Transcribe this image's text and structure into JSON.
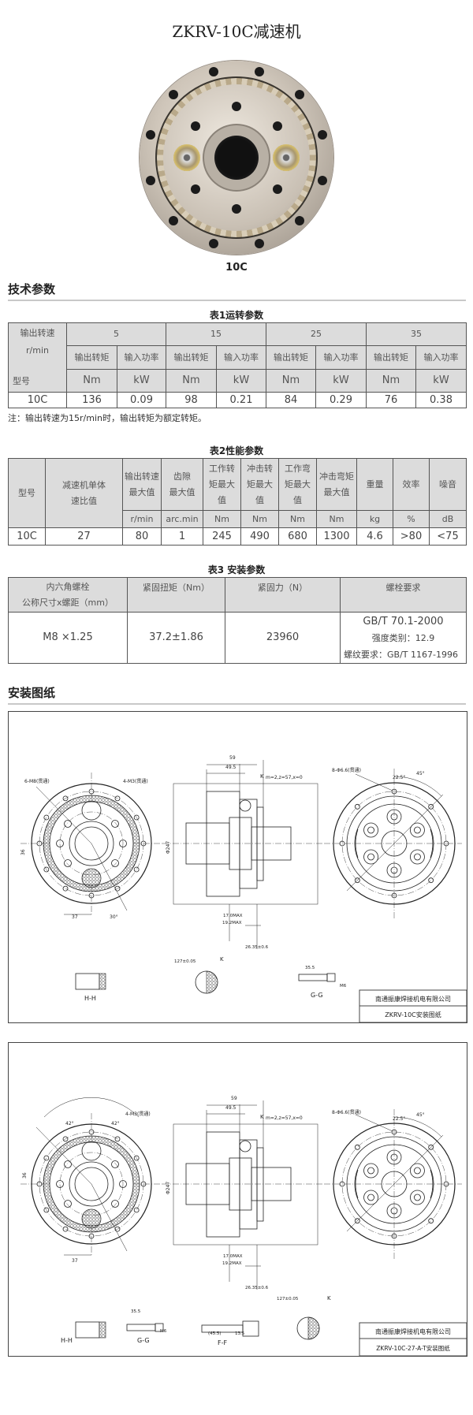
{
  "page_title": "ZKRV-10C减速机",
  "photo_caption": "10C",
  "section_tech": "技术参数",
  "table1": {
    "caption": "表1运转参数",
    "corner_top": "输出转速",
    "corner_unit": "r/min",
    "corner_bottom": "型号",
    "speeds": [
      "5",
      "15",
      "25",
      "35"
    ],
    "sub_headers": [
      "输出转矩",
      "输入功率"
    ],
    "units": [
      "Nm",
      "kW"
    ],
    "row": {
      "model": "10C",
      "values": [
        "136",
        "0.09",
        "98",
        "0.21",
        "84",
        "0.29",
        "76",
        "0.38"
      ]
    }
  },
  "table1_note": "注：输出转速为15r/min时，输出转矩为额定转矩。",
  "table2": {
    "caption": "表2性能参数",
    "headers": [
      "型号",
      "减速机单体\n速比值",
      "输出转速\n最大值",
      "齿隙\n最大值",
      "工作转\n矩最大\n值",
      "冲击转\n矩最大\n值",
      "工作弯\n矩最大\n值",
      "冲击弯矩\n最大值",
      "重量",
      "效率",
      "噪音"
    ],
    "units": [
      "r/min",
      "arc.min",
      "Nm",
      "Nm",
      "Nm",
      "Nm",
      "kg",
      "%",
      "dB"
    ],
    "row": [
      "10C",
      "27",
      "80",
      "1",
      "245",
      "490",
      "680",
      "1300",
      "4.6",
      ">80",
      "<75"
    ]
  },
  "table3": {
    "caption": "表3 安装参数",
    "headers": [
      "内六角螺栓\n公称尺寸x螺距（mm）",
      "紧固扭矩（Nm）",
      "紧固力（N）",
      "螺栓要求"
    ],
    "row": {
      "bolt": "M8 ×1.25",
      "torque": "37.2±1.86",
      "force": "23960",
      "req_line1": "GB/T 70.1-2000",
      "req_line2": "强度类别：12.9",
      "req_line3": "螺纹要求：GB/T 1167-1996"
    }
  },
  "section_drawings": "安装图纸",
  "drawings": [
    {
      "company": "南通振康焊接机电有限公司",
      "name": "ZKRV-10C安装图纸",
      "labels": {
        "holes_left": "6-M8(贯通)",
        "holes_top": "4-M3(贯通)",
        "holes_right": "8-Φ6.6(贯通)",
        "gear": "m=2,z=57,x=0",
        "k": "K",
        "k2": "K",
        "d59": "59",
        "d495": "49.5",
        "d247": "Φ247",
        "d17": "17.0MAX",
        "d19": "19.2MAX",
        "d26": "26.35±0.6",
        "d37": "37",
        "d36": "36",
        "d30": "30°",
        "d225": "22.5°",
        "d45": "45°",
        "hh": "H-H",
        "gg": "G-G",
        "tol": "127±0.05",
        "d355": "35.5",
        "m6": "M6"
      }
    },
    {
      "company": "南通振康焊接机电有限公司",
      "name": "ZKRV-10C-27-A-T安装图纸",
      "labels": {
        "holes_top": "4-M3(贯通)",
        "holes_right": "8-Φ6.6(贯通)",
        "gear": "m=2,z=57,x=0",
        "k": "K",
        "k2": "K",
        "d59": "59",
        "d495": "49.5",
        "d247": "Φ247",
        "d17": "17.0MAX",
        "d19": "19.2MAX",
        "d26": "26.35±0.6",
        "d37": "37",
        "d36": "36",
        "d42a": "42°",
        "d42b": "42°",
        "d225": "22.5°",
        "d45": "45°",
        "hh": "H-H",
        "gg": "G-G",
        "ff": "F-F",
        "tol": "127±0.05",
        "d355": "35.5",
        "d455": "(45.5)",
        "d135": "13.5",
        "m6": "M6"
      }
    }
  ]
}
